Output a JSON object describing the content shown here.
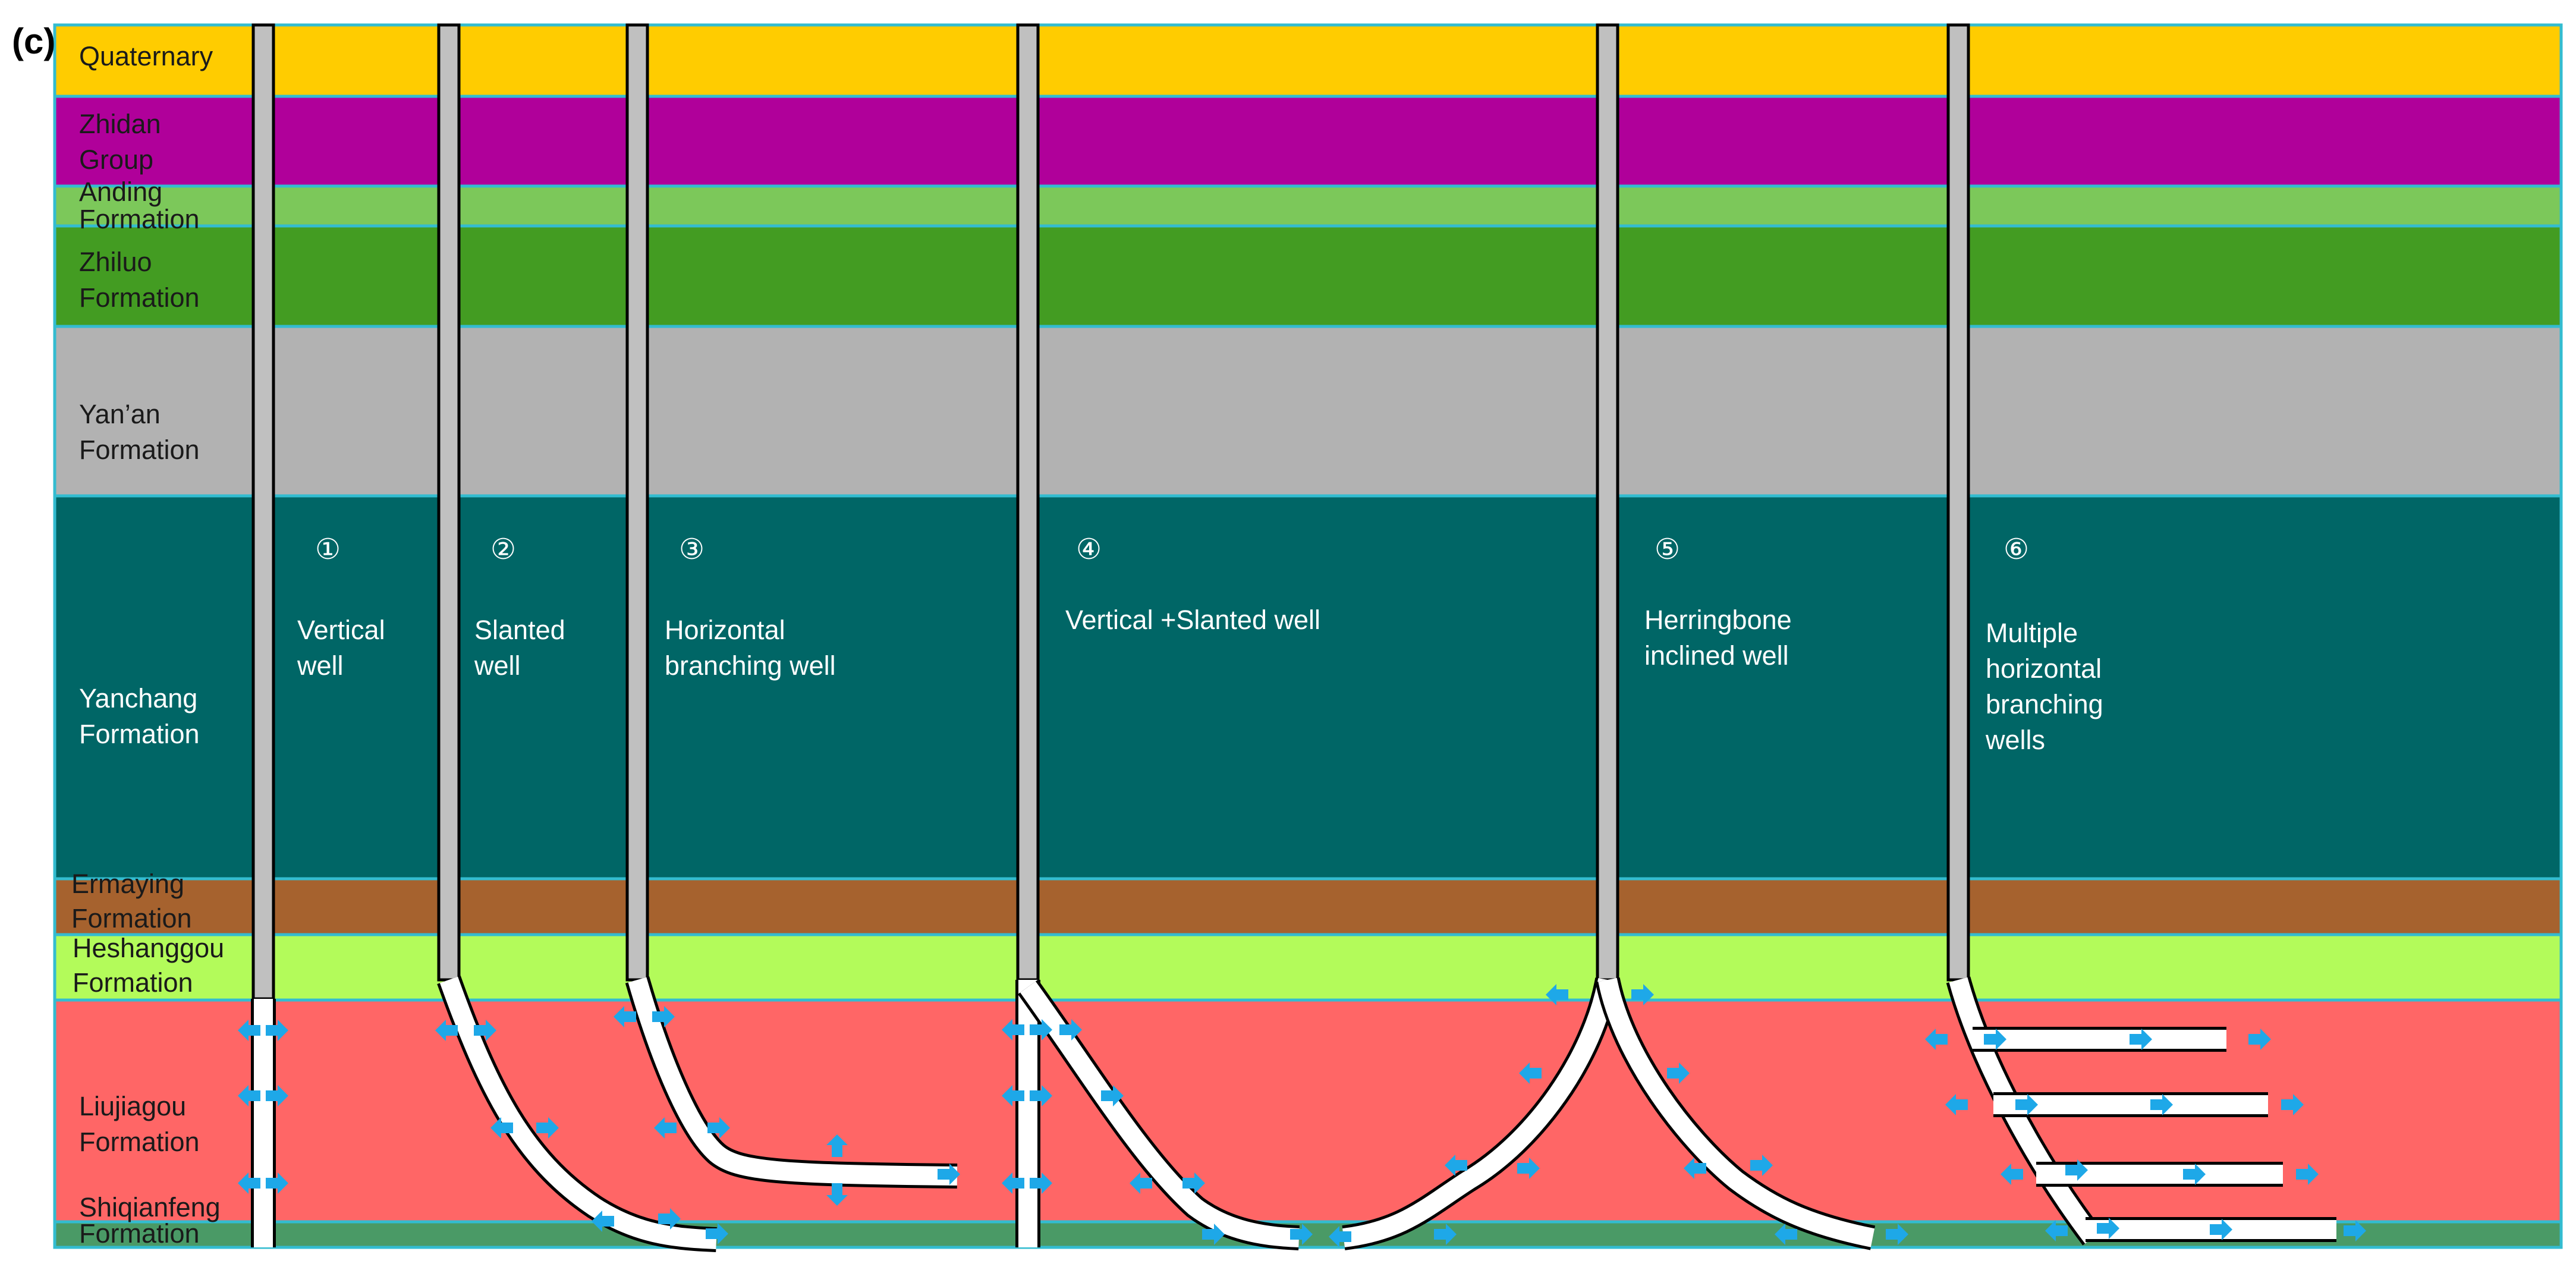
{
  "panel_label": "(c)",
  "layers": [
    {
      "label": [
        "Quaternary"
      ],
      "color": "#ffcc00",
      "light": false
    },
    {
      "label": [
        "Zhidan",
        "Group"
      ],
      "color": "#b0009a",
      "light": false
    },
    {
      "label": [
        "Anding",
        "Formation"
      ],
      "color": "#7cc85a",
      "light": false
    },
    {
      "label": [
        "Zhiluo",
        "Formation"
      ],
      "color": "#439c22",
      "light": false
    },
    {
      "label": [
        "Yan’an",
        "Formation"
      ],
      "color": "#b2b2b2",
      "light": false
    },
    {
      "label": [
        "Yanchang",
        "Formation"
      ],
      "color": "#006666",
      "light": false
    },
    {
      "label": [
        "Ermaying",
        "Formation"
      ],
      "color": "#a6622e",
      "light": false
    },
    {
      "label": [
        "Heshanggou",
        "Formation"
      ],
      "color": "#b3fb5a",
      "light": false
    },
    {
      "label": [
        "Liujiagou",
        "Formation"
      ],
      "color": "#ff6666",
      "light": false
    },
    {
      "label": [
        "Shiqianfeng",
        "Formation"
      ],
      "color": "#4a9a66",
      "light": false
    }
  ],
  "wells": [
    {
      "number": "①",
      "label": [
        "Vertical",
        "well"
      ]
    },
    {
      "number": "②",
      "label": [
        "Slanted",
        "well"
      ]
    },
    {
      "number": "③",
      "label": [
        "Horizontal",
        "branching well"
      ]
    },
    {
      "number": "④",
      "label": [
        "Vertical +Slanted well"
      ]
    },
    {
      "number": "⑤",
      "label": [
        "Herringbone",
        "inclined well"
      ]
    },
    {
      "number": "⑥",
      "label": [
        "Multiple",
        "horizontal",
        "branching",
        "wells"
      ]
    }
  ],
  "colors": {
    "casing": "#c0c0c0",
    "borehole": "#ffffff",
    "arrow": "#1ea8e8",
    "layer_border": "#33bcd0"
  }
}
